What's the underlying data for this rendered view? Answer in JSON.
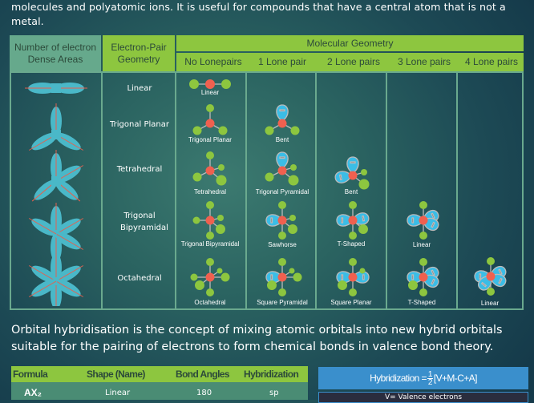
{
  "intro": {
    "text": "molecules and polyatomic ions. It is useful for compounds that have a central atom that is not a metal."
  },
  "geometry_table": {
    "headers": {
      "dense_areas": "Number of electron Dense Areas",
      "electron_pair_geometry": "Electron-Pair Geometry",
      "molecular_geometry": "Molecular Geometry",
      "lone_pairs": [
        "No Lonepairs",
        "1 Lone pair",
        "2 Lone pairs",
        "3 Lone pairs",
        "4 Lone pairs"
      ]
    },
    "rows": [
      {
        "electron_geometry": "Linear",
        "shapes": [
          "Linear",
          "",
          "",
          "",
          ""
        ]
      },
      {
        "electron_geometry": "Trigonal Planar",
        "shapes": [
          "Trigonal Planar",
          "Bent",
          "",
          "",
          ""
        ]
      },
      {
        "electron_geometry": "Tetrahedral",
        "shapes": [
          "Tetrahedral",
          "Trigonal Pyramidal",
          "Bent",
          "",
          ""
        ]
      },
      {
        "electron_geometry": "Trigonal Bipyramidal",
        "shapes": [
          "Trigonal Bipyramidal",
          "Sawhorse",
          "T-Shaped",
          "Linear",
          ""
        ]
      },
      {
        "electron_geometry": "Octahedral",
        "shapes": [
          "Octahedral",
          "Square Pyramidal",
          "Square Planar",
          "T-Shaped",
          "Linear"
        ]
      }
    ]
  },
  "hybridisation": {
    "text": "Orbital hybridisation is the concept of mixing atomic orbitals into new hybrid orbitals suitable for the pairing of electrons to form chemical bonds in valence bond theory."
  },
  "hybrid_table": {
    "columns": [
      "Formula",
      "Shape (Name)",
      "Bond Angles",
      "Hybridization"
    ],
    "rows": [
      {
        "formula": "AX₂",
        "shape": "Linear",
        "angle": "180",
        "hybridization": "sp"
      }
    ]
  },
  "formula_box": {
    "lhs": "Hybridization =",
    "num": "1",
    "den": "2",
    "rhs": "[V+M-C+A]",
    "legend_first": "V= Valence electrons"
  },
  "colors": {
    "header_green": "#8dc63f",
    "header_teal": "#66a98c",
    "atom_center": "#f0604f",
    "atom_ligand": "#8dc63f",
    "lone_pair": "#3bbde6",
    "formula_blue": "#3a8fcc"
  }
}
